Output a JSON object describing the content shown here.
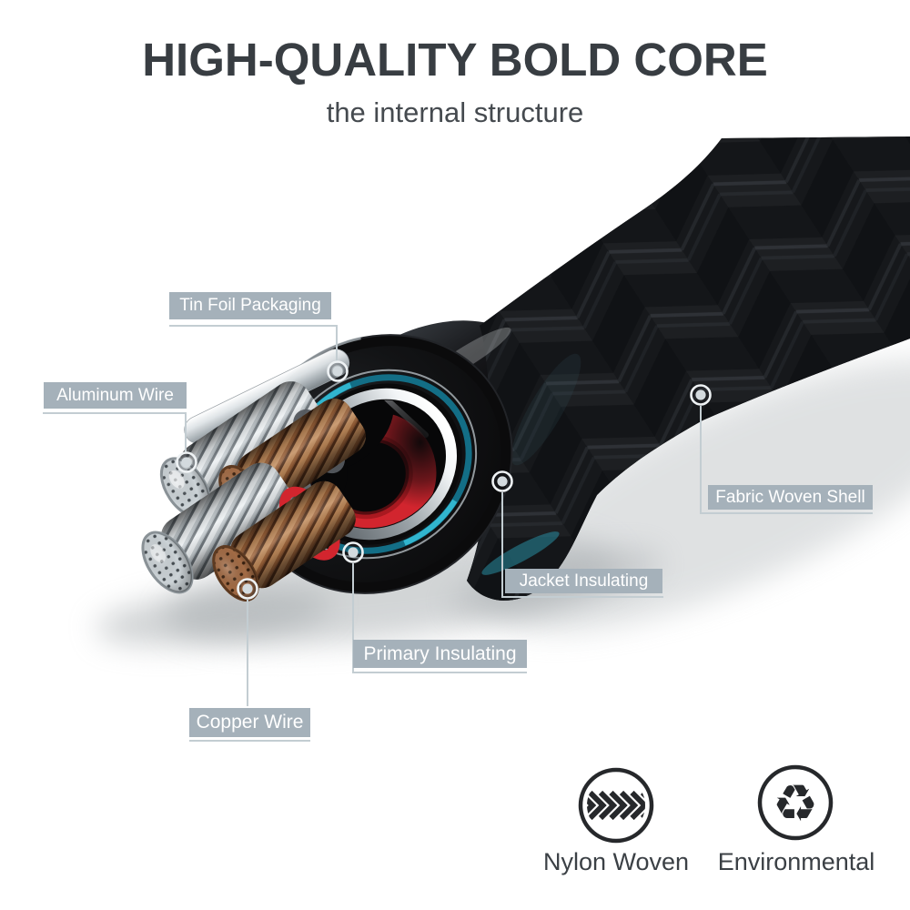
{
  "header": {
    "title": "HIGH-QUALITY BOLD CORE",
    "subtitle": "the internal structure"
  },
  "callouts": {
    "tin_foil": {
      "label": "Tin Foil Packaging"
    },
    "aluminum": {
      "label": "Aluminum Wire"
    },
    "fabric": {
      "label": "Fabric Woven Shell"
    },
    "jacket": {
      "label": "Jacket Insulating"
    },
    "primary": {
      "label": "Primary Insulating"
    },
    "copper": {
      "label": "Copper Wire"
    }
  },
  "features": {
    "nylon": {
      "label": "Nylon Woven",
      "icon": "woven-pattern-icon"
    },
    "environmental": {
      "label": "Environmental",
      "icon": "recycle-icon",
      "symbol": "♻"
    }
  },
  "colors": {
    "label_bg": "#a5b1ba",
    "callout_line": "#c3cdd2",
    "ink": "#383d42",
    "teal_accent": "#1d8ba3",
    "copper": "#a86f4a",
    "aluminum": "#ccd3d7",
    "red_insulation": "#d2252e",
    "green_wire": "#2ca23e",
    "shell_black": "#111214"
  }
}
